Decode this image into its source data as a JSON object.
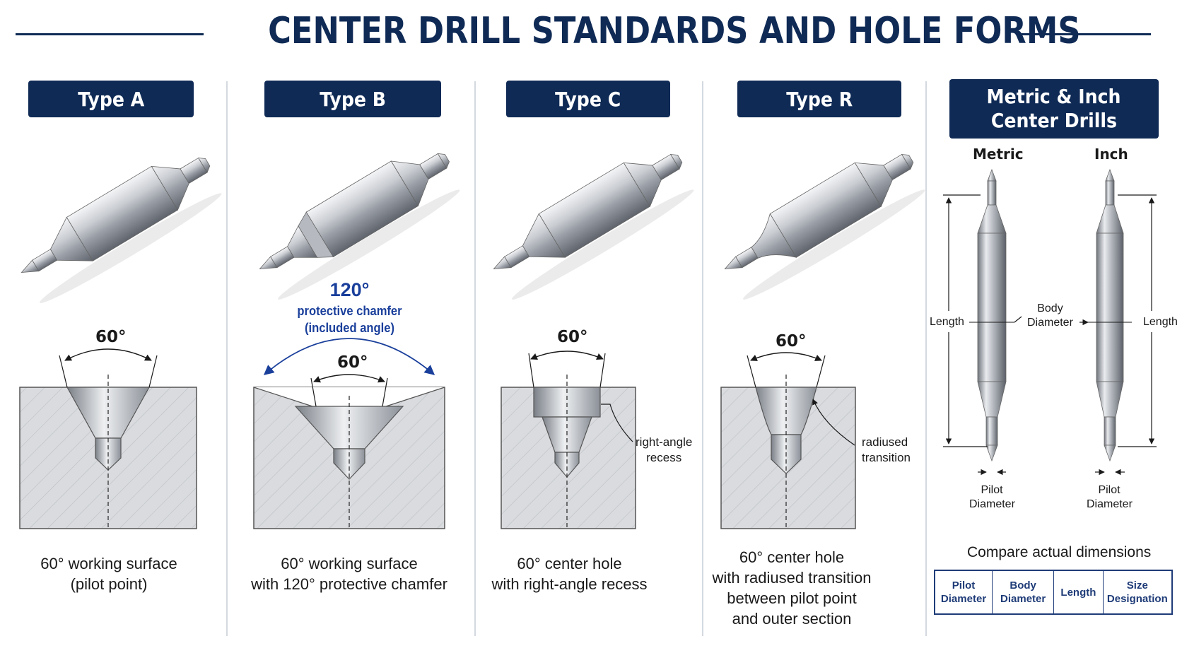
{
  "title": "CENTER DRILL STANDARDS AND HOLE FORMS",
  "colors": {
    "navy": "#0f2a55",
    "accent_blue": "#1a3f9b",
    "steel_light": "#e4e6ea",
    "steel_dark": "#7b8089",
    "hatch_gray": "#cfd2d6"
  },
  "columns": [
    {
      "id": "type-a",
      "badge": "Type A",
      "angle": "60°",
      "caption_lines": [
        "60° working surface",
        "(pilot point)"
      ]
    },
    {
      "id": "type-b",
      "badge": "Type B",
      "angle": "60°",
      "chamfer_angle": "120°",
      "chamfer_lines": [
        "protective chamfer",
        "(included angle)"
      ],
      "caption_lines": [
        "60° working surface",
        "with 120° protective chamfer"
      ]
    },
    {
      "id": "type-c",
      "badge": "Type C",
      "angle": "60°",
      "callout_lines": [
        "right-angle",
        "recess"
      ],
      "caption_lines": [
        "60° center hole",
        "with right-angle recess"
      ]
    },
    {
      "id": "type-r",
      "badge": "Type R",
      "angle": "60°",
      "callout_lines": [
        "radiused",
        "transition"
      ],
      "caption_lines": [
        "60° center hole",
        "with radiused transition",
        "between pilot point",
        "and outer section"
      ]
    }
  ],
  "metric_inch": {
    "badge_lines": [
      "Metric & Inch",
      "Center Drills"
    ],
    "metric_label": "Metric",
    "inch_label": "Inch",
    "length_label": "Length",
    "body_diameter_lines": [
      "Body",
      "Diameter"
    ],
    "pilot_diameter_lines": [
      "Pilot",
      "Diameter"
    ],
    "compare_text": "Compare actual dimensions",
    "table_headers": [
      [
        "Pilot",
        "Diameter"
      ],
      [
        "Body",
        "Diameter"
      ],
      [
        "Length"
      ],
      [
        "Size",
        "Designation"
      ]
    ]
  }
}
